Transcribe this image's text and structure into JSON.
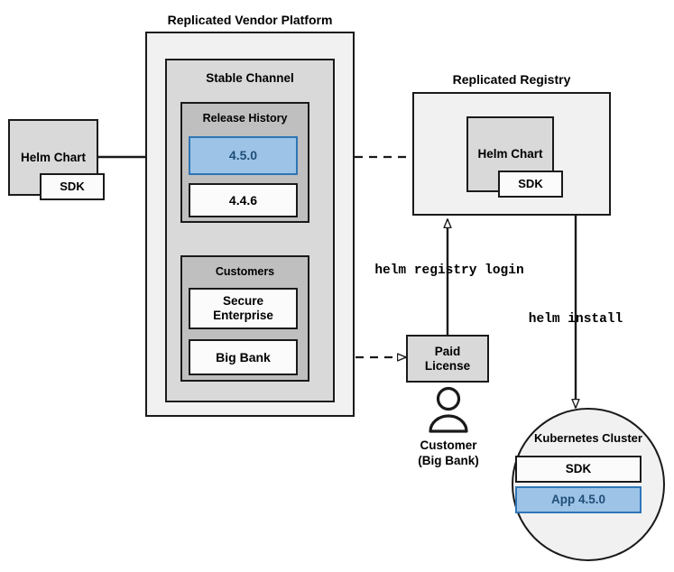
{
  "diagram": {
    "title_vendor_platform": "Replicated Vendor Platform",
    "title_registry": "Replicated Registry",
    "labels": {
      "stable_channel": "Stable Channel",
      "release_history": "Release History",
      "customers": "Customers",
      "kubernetes_cluster": "Kubernetes Cluster"
    },
    "nodes": {
      "helm_chart_left": "Helm Chart",
      "sdk_left": "SDK",
      "release_450": "4.5.0",
      "release_446": "4.4.6",
      "customer_secure_enterprise": "Secure\nEnterprise",
      "customer_secure_enterprise_line1": "Secure",
      "customer_secure_enterprise_line2": "Enterprise",
      "customer_big_bank": "Big Bank",
      "helm_chart_registry": "Helm Chart",
      "sdk_registry": "SDK",
      "paid_license_line1": "Paid",
      "paid_license_line2": "License",
      "cluster_sdk": "SDK",
      "cluster_app": "App 4.5.0"
    },
    "actor": {
      "icon": "person-icon",
      "label_line1": "Customer",
      "label_line2": "(Big Bank)"
    },
    "commands": {
      "helm_registry_login": "helm registry login",
      "helm_install": "helm install"
    },
    "colors": {
      "stroke": "#1a1a1a",
      "outer_fill": "#f1f1f1",
      "channel_fill": "#d9d9d9",
      "release_history_fill": "#bfbfbf",
      "node_gray_fill": "#d9d9d9",
      "node_white_fill": "#fbfbfb",
      "highlight_fill": "#9dc3e6",
      "highlight_stroke": "#2e75b6",
      "highlight_text": "#1f4e79"
    }
  }
}
